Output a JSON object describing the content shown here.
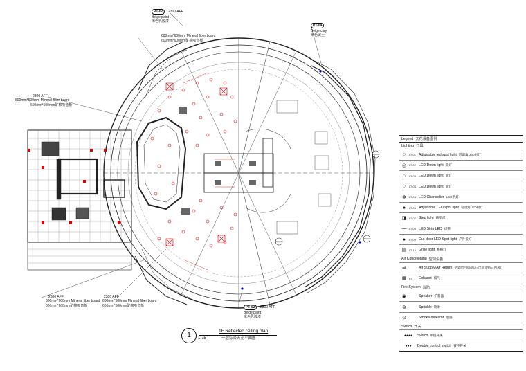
{
  "plan_title": {
    "number": "1",
    "scale": "1:75",
    "title_en": "1F Reflected ceiling plan",
    "title_cn": "一层综合天花平面图"
  },
  "callouts": {
    "top_tag": "PT-02",
    "top_height": "2300 AFF",
    "top_desc_en": "Beige paint",
    "top_desc_cn": "米色乳胶漆",
    "right_tag": "PT-04",
    "right_desc_en": "Beige clay",
    "right_desc_cn": "米色泥土",
    "bottom_tag": "PT-02",
    "bottom_height": "2300 AFF",
    "bottom_desc_en": "Beige paint",
    "bottom_desc_cn": "米色乳胶漆",
    "board_top_en": "600mm*600mm Mineral fiber board",
    "board_top_cn": "600mm*600mm矿棉吸音板",
    "board_left_height": "2300 AFF",
    "board_left_en": "600mm*600mm Mineral fiber board",
    "board_left_cn": "600mm*600mm矿棉吸音板",
    "board_bl1_height": "2300 AFF",
    "board_bl1_en": "600mm*600mm Mineral fiber board",
    "board_bl1_cn": "600mm*600mm矿棉吸音板",
    "board_bl2_height": "2300 AFF",
    "board_bl2_en": "600mm*600mm Mineral fiber board",
    "board_bl2_cn": "600mm*600mm矿棉吸音板"
  },
  "legend": {
    "title_en": "Legend",
    "title_cn": "天花设备图例",
    "rows": [
      {
        "kind": "section",
        "en": "Lighting",
        "cn": "灯具"
      },
      {
        "kind": "item",
        "icon": "circle-icon",
        "symbol": "○",
        "code": "LT-01",
        "en": "Adjustable led spot light",
        "cn": "可调角LED射灯"
      },
      {
        "kind": "item",
        "icon": "circle-bold-icon",
        "symbol": "◎",
        "code": "LT-02",
        "en": "LED Down light",
        "cn": "筒灯"
      },
      {
        "kind": "item",
        "icon": "circle-icon",
        "symbol": "○",
        "code": "LT-03",
        "en": "LED Down light",
        "cn": "筒灯"
      },
      {
        "kind": "item",
        "icon": "circle-icon",
        "symbol": "○",
        "code": "LT-04",
        "en": "LED Down light",
        "cn": "筒灯"
      },
      {
        "kind": "item",
        "icon": "chandelier-icon",
        "symbol": "✲",
        "code": "LT-05",
        "en": "LED Chandelier",
        "cn": "LED吊灯"
      },
      {
        "kind": "item",
        "icon": "spot-light-icon",
        "symbol": "♠",
        "code": "LT-06",
        "en": "Adjustable LED spot light",
        "cn": "可调角LED射灯"
      },
      {
        "kind": "item",
        "icon": "step-light-icon",
        "symbol": "◨",
        "code": "LT-07",
        "en": "Step light",
        "cn": "踏步灯"
      },
      {
        "kind": "item",
        "icon": "led-strip-icon",
        "symbol": "—",
        "code": "LT-08",
        "en": "LED Strip LED",
        "cn": "灯带"
      },
      {
        "kind": "item",
        "icon": "outdoor-light-icon",
        "symbol": "●",
        "code": "LT-09",
        "en": "Out-door LED Spot light",
        "cn": "户外投灯"
      },
      {
        "kind": "item",
        "icon": "grille-light-icon",
        "symbol": "▤",
        "code": "LT-10",
        "en": "Grille light",
        "cn": "格栅灯"
      },
      {
        "kind": "section",
        "en": "Air Conditioning",
        "cn": "空调设备"
      },
      {
        "kind": "item",
        "icon": "air-supply-icon",
        "symbol": "⇌",
        "code": "",
        "en": "Air Supply/Air Return",
        "cn": "空调出回风(S/A=出风)(R/A=回风)"
      },
      {
        "kind": "item",
        "icon": "exhaust-icon",
        "symbol": "▦",
        "code": "EX",
        "en": "Exhaust",
        "cn": "排气"
      },
      {
        "kind": "section",
        "en": "Fire System",
        "cn": "消防"
      },
      {
        "kind": "item",
        "icon": "speaker-icon",
        "symbol": "◉",
        "code": "",
        "en": "Speaker",
        "cn": "扩音器"
      },
      {
        "kind": "item",
        "icon": "sprinkler-icon",
        "symbol": "⊛",
        "code": "",
        "en": "Sprinkle",
        "cn": "喷淋"
      },
      {
        "kind": "item",
        "icon": "smoke-detector-icon",
        "symbol": "⊙",
        "code": "",
        "en": "Smoke detector",
        "cn": "烟感"
      },
      {
        "kind": "section",
        "en": "Switch",
        "cn": "开关"
      },
      {
        "kind": "item",
        "icon": "switch-icon",
        "symbol": "●●●●",
        "code": "",
        "en": "Switch",
        "cn": "单控开关"
      },
      {
        "kind": "item",
        "icon": "double-switch-icon",
        "symbol": "●●●",
        "code": "",
        "en": "Double control switch",
        "cn": "双控开关"
      }
    ]
  }
}
